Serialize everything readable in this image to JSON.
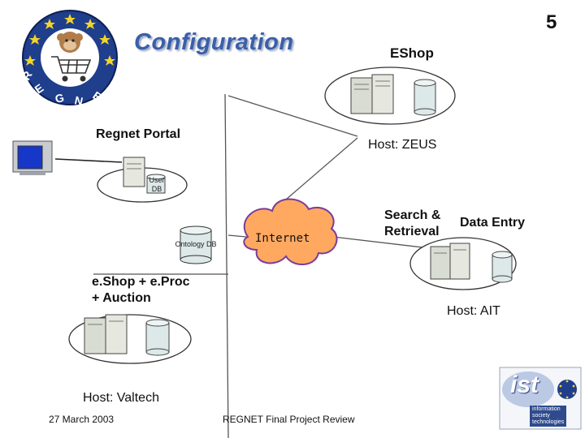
{
  "slide": {
    "title": "Configuration",
    "page_number": "5"
  },
  "logo": {
    "ring_text": "REGNET"
  },
  "nodes": {
    "eshop_top": {
      "label": "EShop",
      "host": "Host: ZEUS"
    },
    "portal": {
      "label": "Regnet Portal",
      "db": "User DB"
    },
    "ontology": {
      "db": "Ontology DB"
    },
    "internet": {
      "label": "Internet"
    },
    "search": {
      "label_left": "Search &\nRetrieval",
      "label_right": "Data Entry",
      "host": "Host: AIT"
    },
    "eshop_bottom": {
      "label": "e.Shop + e.Proc\n+ Auction",
      "host": "Host: Valtech"
    }
  },
  "footer": {
    "date": "27 March 2003",
    "center": "REGNET Final Project Review"
  },
  "ist_logo": {
    "word": "ist",
    "tagline": "information\nsociety\ntechnologies"
  },
  "colors": {
    "title": "#3b5fa8",
    "cloud_fill": "#ffa860",
    "cloud_stroke": "#7a3c9a",
    "db_fill": "#dde8e8",
    "server_fill": "#d9dcd2"
  }
}
